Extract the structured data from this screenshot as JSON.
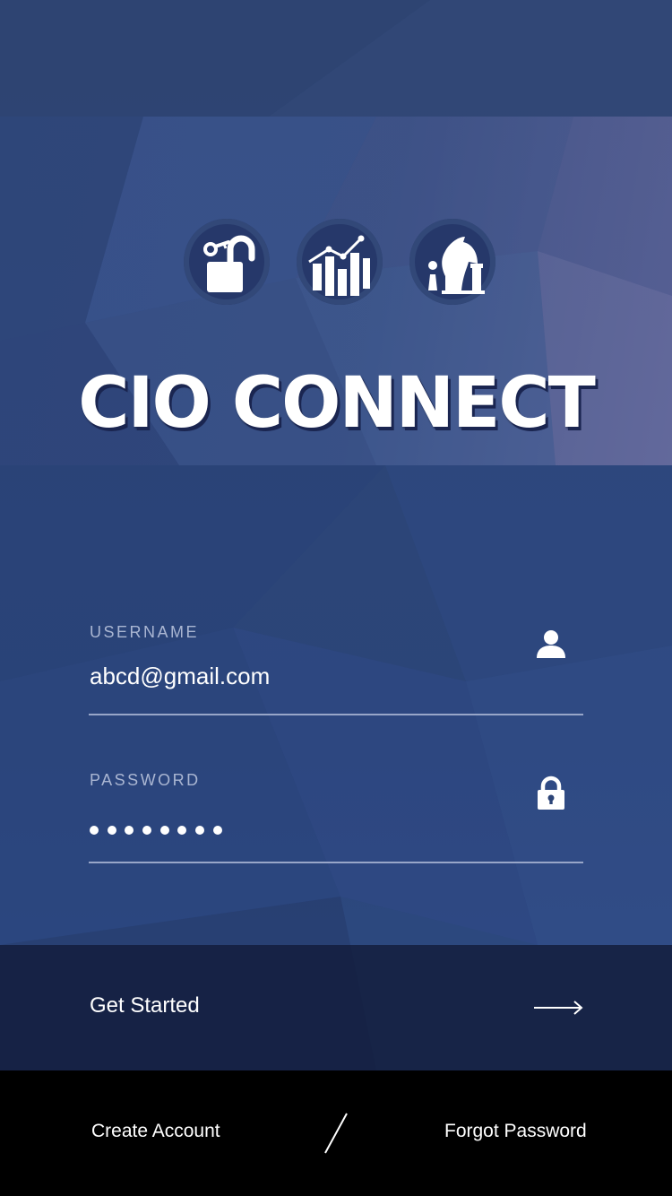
{
  "app": {
    "title": "CIO CONNECT",
    "icons": [
      "unlock-key-icon",
      "bar-chart-icon",
      "chess-pieces-icon"
    ]
  },
  "form": {
    "username_label": "USERNAME",
    "username_value": "abcd@gmail.com",
    "username_icon": "person-icon",
    "password_label": "PASSWORD",
    "password_masked_length": 8,
    "password_icon": "lock-icon"
  },
  "actions": {
    "get_started": "Get Started",
    "create_account": "Create Account",
    "forgot_password": "Forgot Password"
  },
  "colors": {
    "background": "#2b4273",
    "icon_circle": "#26386a",
    "cta_bar": "#141c3a",
    "footer": "#000000",
    "text": "#ffffff",
    "label": "#aab6d2"
  }
}
